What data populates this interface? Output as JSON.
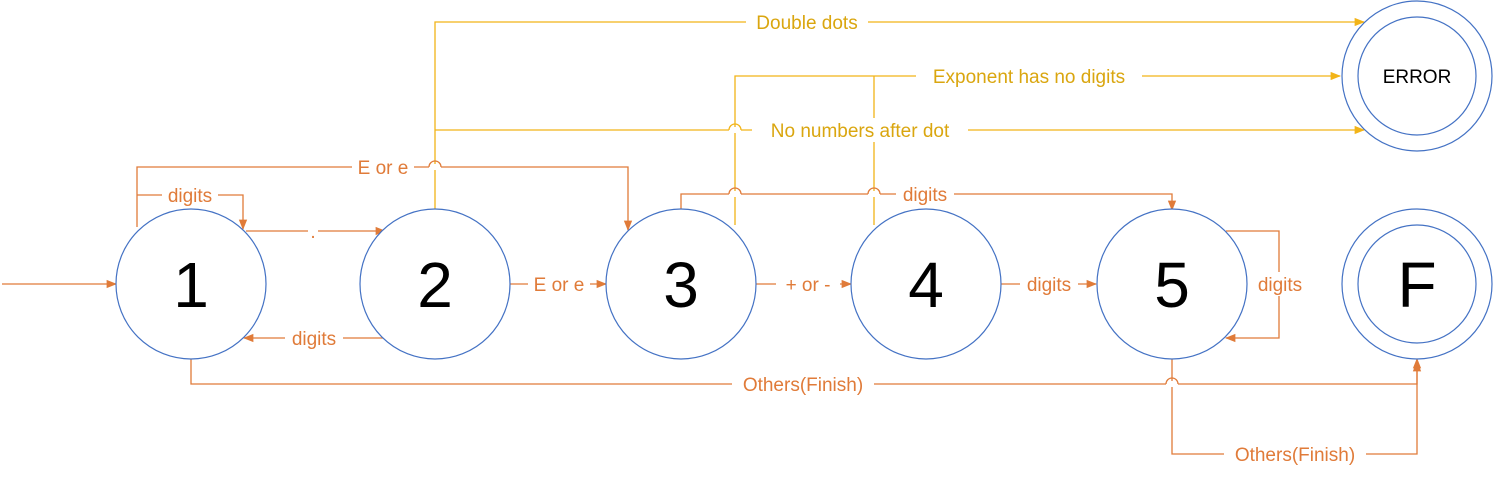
{
  "colors": {
    "orange": "#E07B39",
    "gold": "#F2B418",
    "circle": "#4472C4"
  },
  "states": {
    "s1": "1",
    "s2": "2",
    "s3": "3",
    "s4": "4",
    "s5": "5",
    "final": "F",
    "error": "ERROR"
  },
  "transitions": {
    "digits_1_loop": "digits",
    "dot_1_2": ".",
    "digits_2_1": "digits",
    "e_1_3": "E or e",
    "e_2_3": "E or e",
    "sign_3_4": "+ or -",
    "digits_3_5": "digits",
    "digits_4_5": "digits",
    "digits_5_loop": "digits",
    "others_1_f": "Others(Finish)",
    "others_5_f": "Others(Finish)"
  },
  "errors": {
    "double_dots": "Double dots",
    "exponent_no_digits": "Exponent has no digits",
    "no_numbers_after_dot": "No numbers after dot"
  }
}
